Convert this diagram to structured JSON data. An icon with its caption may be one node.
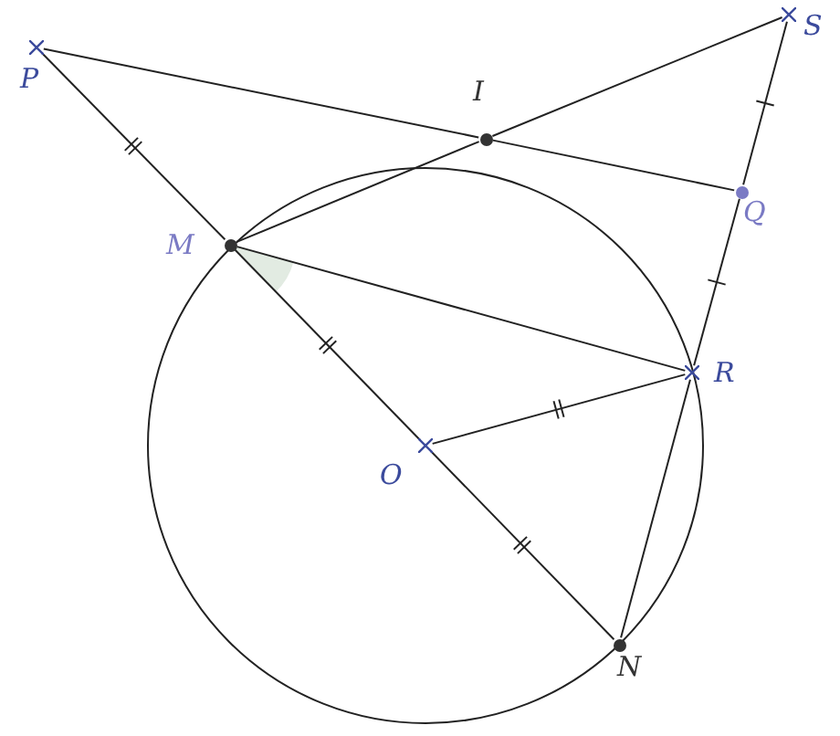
{
  "diagram": {
    "nodes": [
      {
        "text": [],
        "shape": "cross",
        "beside": [
          "P"
        ]
      },
      {
        "text": [],
        "shape": "cross",
        "beside": [
          "S"
        ]
      },
      {
        "text": [],
        "shape": "dot",
        "beside": [
          "I"
        ]
      },
      {
        "text": [],
        "shape": "dot",
        "beside": [
          "M"
        ]
      },
      {
        "text": [],
        "shape": "dot",
        "beside": [
          "Q"
        ]
      },
      {
        "text": [],
        "shape": "cross",
        "beside": [
          "R"
        ]
      },
      {
        "text": [],
        "shape": "cross",
        "beside": [
          "O"
        ]
      },
      {
        "text": [],
        "shape": "dot",
        "beside": [
          "N"
        ]
      }
    ],
    "edges": [
      {
        "from": 0,
        "to": 3,
        "arrow": "none"
      },
      {
        "from": 3,
        "to": 6,
        "arrow": "none"
      },
      {
        "from": 6,
        "to": 7,
        "arrow": "none"
      },
      {
        "from": 0,
        "to": 2,
        "arrow": "none"
      },
      {
        "from": 2,
        "to": 4,
        "arrow": "none"
      },
      {
        "from": 3,
        "to": 2,
        "arrow": "none"
      },
      {
        "from": 2,
        "to": 1,
        "arrow": "none"
      },
      {
        "from": 1,
        "to": 4,
        "arrow": "none"
      },
      {
        "from": 4,
        "to": 5,
        "arrow": "none"
      },
      {
        "from": 3,
        "to": 5,
        "arrow": "none"
      },
      {
        "from": 6,
        "to": 5,
        "arrow": "none"
      },
      {
        "from": 5,
        "to": 7,
        "arrow": "none"
      }
    ]
  }
}
